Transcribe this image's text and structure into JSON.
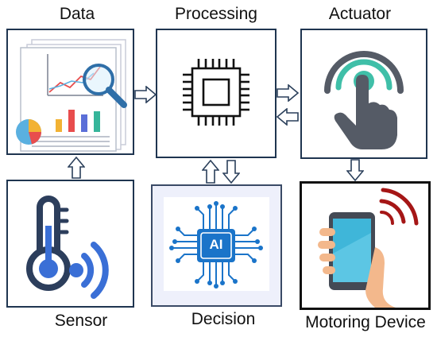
{
  "diagram": {
    "nodes": [
      {
        "id": "data",
        "label": "Data"
      },
      {
        "id": "processing",
        "label": "Processing"
      },
      {
        "id": "actuator",
        "label": "Actuator"
      },
      {
        "id": "sensor",
        "label": "Sensor"
      },
      {
        "id": "decision",
        "label": "Decision"
      },
      {
        "id": "motoring",
        "label": "Motoring Device"
      }
    ],
    "chip_text": "AI",
    "colors": {
      "border": "#1f3550",
      "ai_blue": "#1a74c9",
      "sensor_navy": "#2c3e5c",
      "sensor_blue": "#3a6fd6",
      "teal": "#3fbfa8",
      "hand_gray": "#555b66",
      "phone_screen": "#3fb6d9",
      "signal_red": "#a51616",
      "skin": "#f3b88c",
      "decision_bg": "#eef0fb"
    }
  }
}
